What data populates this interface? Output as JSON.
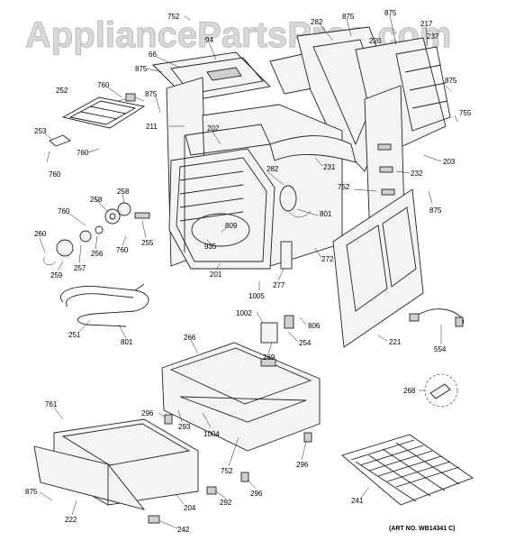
{
  "watermark": "AppliancePartsPros.com",
  "art_number": "(ART NO. WB14341 C)",
  "callouts": {
    "c752a": "752",
    "c94": "94",
    "c66": "66",
    "c875a": "875",
    "c282a": "282",
    "c875b": "875",
    "c875c": "875",
    "c217": "217",
    "c237": "237",
    "c220": "220",
    "c252": "252",
    "c760a": "760",
    "c875d": "875",
    "c875e": "875",
    "c755": "755",
    "c211": "211",
    "c202": "202",
    "c253": "253",
    "c760b": "760",
    "c760c": "760",
    "c231": "231",
    "c203": "203",
    "c232": "232",
    "c282b": "282",
    "c752b": "752",
    "c875f": "875",
    "c258a": "258",
    "c258b": "258",
    "c760d": "760",
    "c801a": "801",
    "c809": "809",
    "c260": "260",
    "c256": "256",
    "c255": "255",
    "c760e": "760",
    "c935": "935",
    "c272": "272",
    "c259": "259",
    "c257": "257",
    "c201": "201",
    "c277": "277",
    "c1005": "1005",
    "c1002": "1002",
    "c806": "806",
    "c254": "254",
    "c251": "251",
    "c801b": "801",
    "c266": "266",
    "c269": "269",
    "c221": "221",
    "c554": "554",
    "c268": "268",
    "c761": "761",
    "c296a": "296",
    "c293": "293",
    "c1004": "1004",
    "c296b": "296",
    "c752c": "752",
    "c292": "292",
    "c296c": "296",
    "c875g": "875",
    "c222": "222",
    "c204": "204",
    "c242": "242",
    "c241": "241"
  }
}
